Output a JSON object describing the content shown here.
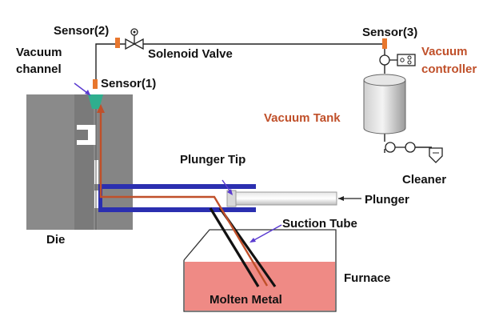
{
  "colors": {
    "orange_label": "#c0502a",
    "sensor": "#e8772e",
    "die": "#8a8a8a",
    "die_dark": "#6e6e6e",
    "sleeve": "#2b2fb0",
    "path": "#c0502a",
    "channel_green": "#2fae8e",
    "molten": "#ef8a85",
    "tank_light": "#f2f2f2",
    "tank_dark": "#9e9e9e"
  },
  "labels": {
    "sensor2": "Sensor(2)",
    "sensor3": "Sensor(3)",
    "sensor1": "Sensor(1)",
    "solenoid_valve": "Solenoid Valve",
    "vacuum_channel_1": "Vacuum",
    "vacuum_channel_2": "channel",
    "vacuum_controller_1": "Vacuum",
    "vacuum_controller_2": "controller",
    "vacuum_tank": "Vacuum Tank",
    "cleaner": "Cleaner",
    "plunger_tip": "Plunger Tip",
    "plunger": "Plunger",
    "suction_tube": "Suction Tube",
    "die": "Die",
    "furnace": "Furnace",
    "molten_metal": "Molten Metal"
  }
}
